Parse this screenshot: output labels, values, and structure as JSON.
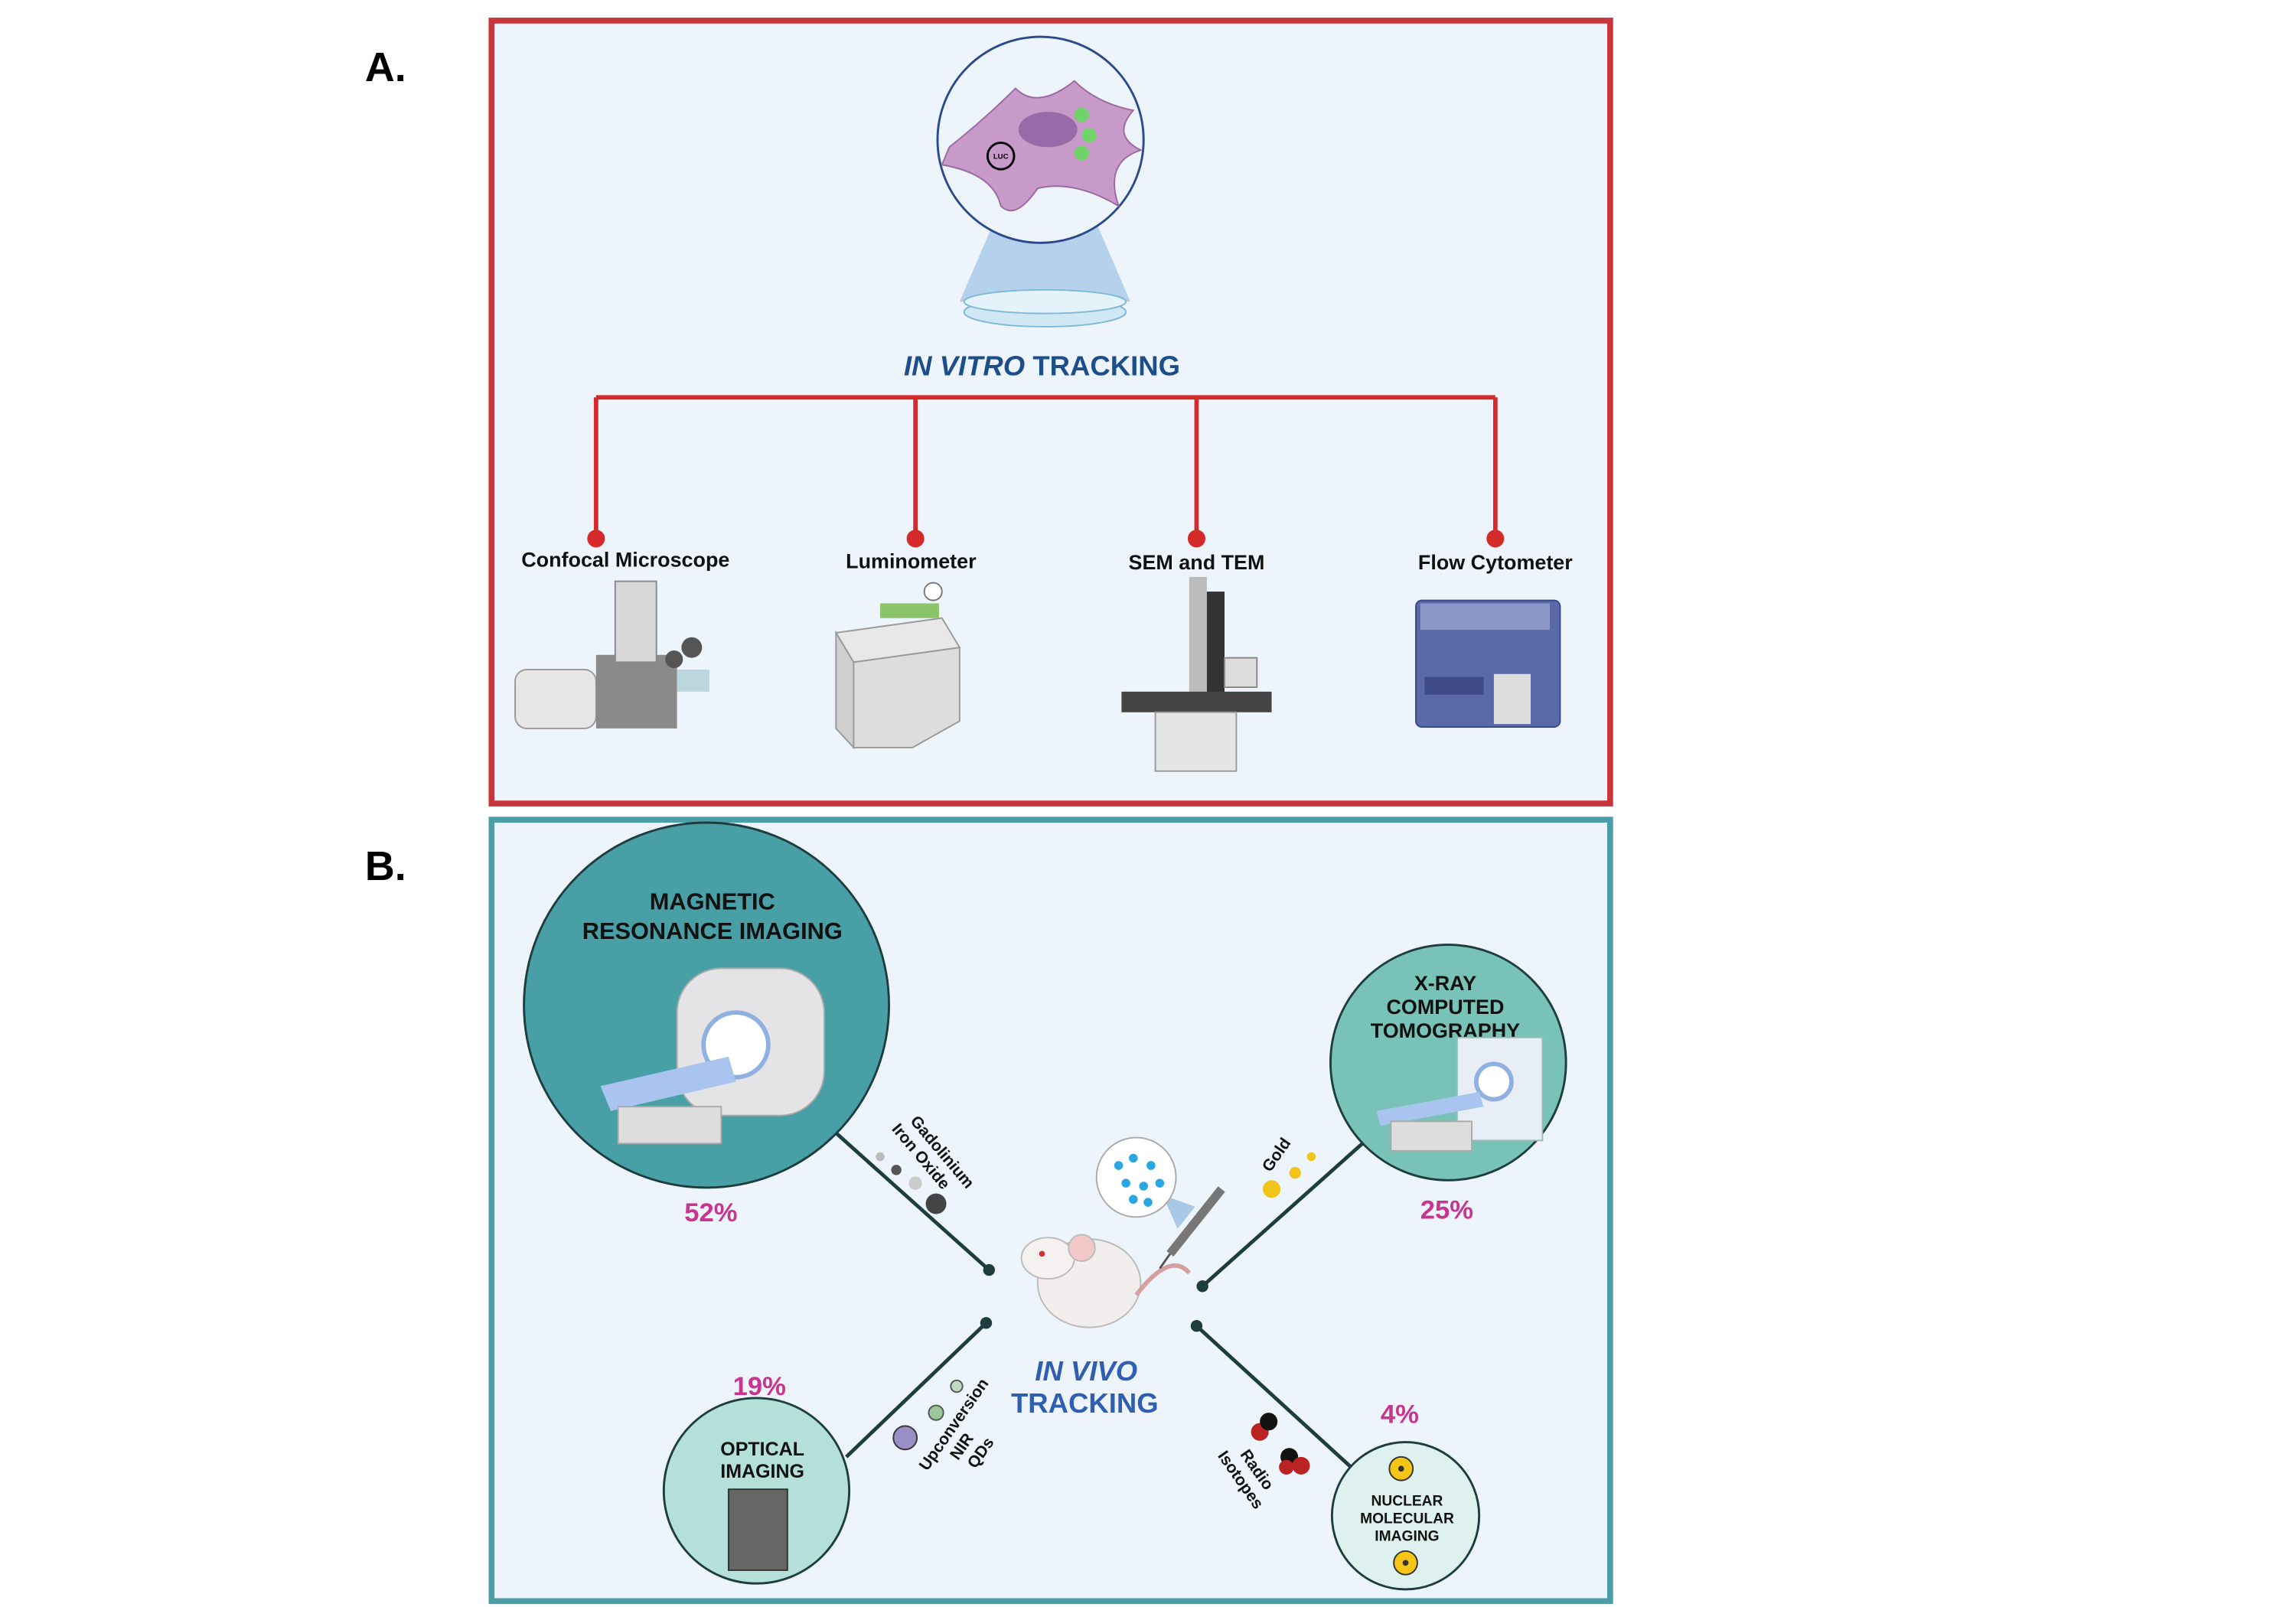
{
  "panel_a": {
    "label": "A.",
    "title_italic": "IN VITRO",
    "title_rest": " TRACKING",
    "border_color": "#c8353a",
    "methods": [
      {
        "label": "Confocal Microscope",
        "icon": "confocal-microscope-icon"
      },
      {
        "label": "Luminometer",
        "icon": "luminometer-icon"
      },
      {
        "label": "SEM and TEM",
        "icon": "electron-microscope-icon"
      },
      {
        "label": "Flow Cytometer",
        "icon": "flow-cytometer-icon"
      }
    ],
    "cell_label": "LUC"
  },
  "panel_b": {
    "label": "B.",
    "border_color": "#4a9ea5",
    "center_italic": "IN VIVO",
    "center_rest": "TRACKING",
    "mri": {
      "line1": "MAGNETIC",
      "line2": "RESONANCE IMAGING",
      "percent": "52%",
      "agents": [
        "Gadolinium",
        "Iron Oxide"
      ]
    },
    "ct": {
      "line1": "X-RAY",
      "line2": "COMPUTED",
      "line3": "TOMOGRAPHY",
      "percent": "25%",
      "agents": [
        "Gold"
      ]
    },
    "optical": {
      "line1": "OPTICAL",
      "line2": "IMAGING",
      "percent": "19%",
      "agents": [
        "Upconversion",
        "NIR",
        "QDs"
      ]
    },
    "nuclear": {
      "line1": "NUCLEAR",
      "line2": "MOLECULAR",
      "line3": "IMAGING",
      "percent": "4%",
      "agents": [
        "Radio",
        "Isotopes"
      ]
    },
    "percent_color": "#c8358f"
  }
}
